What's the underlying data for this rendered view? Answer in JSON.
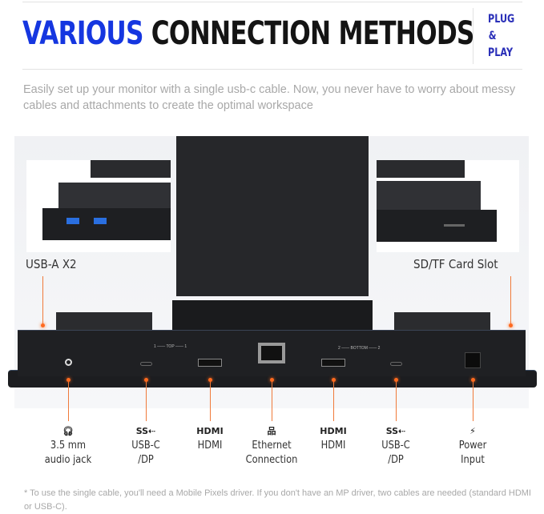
{
  "header": {
    "title_accent": "VARIOUS",
    "title_rest": "CONNECTION METHODS",
    "badge": [
      "PLUG",
      "&",
      "PLAY"
    ],
    "accent_color": "#1536e0"
  },
  "subtitle": "Easily set up your monitor with a single usb-c cable.  Now, you never have to worry about messy cables and attachments to create the optimal workspace",
  "callouts": {
    "left": "USB-A  X2",
    "right": "SD/TF Card Slot"
  },
  "dock_markings": {
    "top": "1 —— TOP —— 1",
    "bottom": "2 —— BOTTOM —— 2"
  },
  "ports": [
    {
      "icon": "headphone-icon",
      "glyph": "🎧︎",
      "label": [
        "3.5 mm",
        "audio jack"
      ]
    },
    {
      "icon": "usb-superspeed-icon",
      "glyph": "SS⇠",
      "label": [
        "USB-C",
        "/DP"
      ]
    },
    {
      "icon": "hdmi-icon",
      "glyph": "HDMI",
      "label": [
        "HDMI",
        ""
      ]
    },
    {
      "icon": "ethernet-icon",
      "glyph": "品",
      "label": [
        "Ethernet",
        "Connection"
      ]
    },
    {
      "icon": "hdmi-icon",
      "glyph": "HDMI",
      "label": [
        "HDMI",
        ""
      ]
    },
    {
      "icon": "usb-superspeed-icon",
      "glyph": "SS⇠",
      "label": [
        "USB-C",
        "/DP"
      ]
    },
    {
      "icon": "power-icon",
      "glyph": "⚡︎",
      "label": [
        "Power",
        "Input"
      ]
    }
  ],
  "footnote": "* To use the single cable, you'll need a Mobile Pixels driver. If you don't have an MP driver, two cables are needed (standard HDMI or USB-C).",
  "highlight_color": "#ff6a1f"
}
